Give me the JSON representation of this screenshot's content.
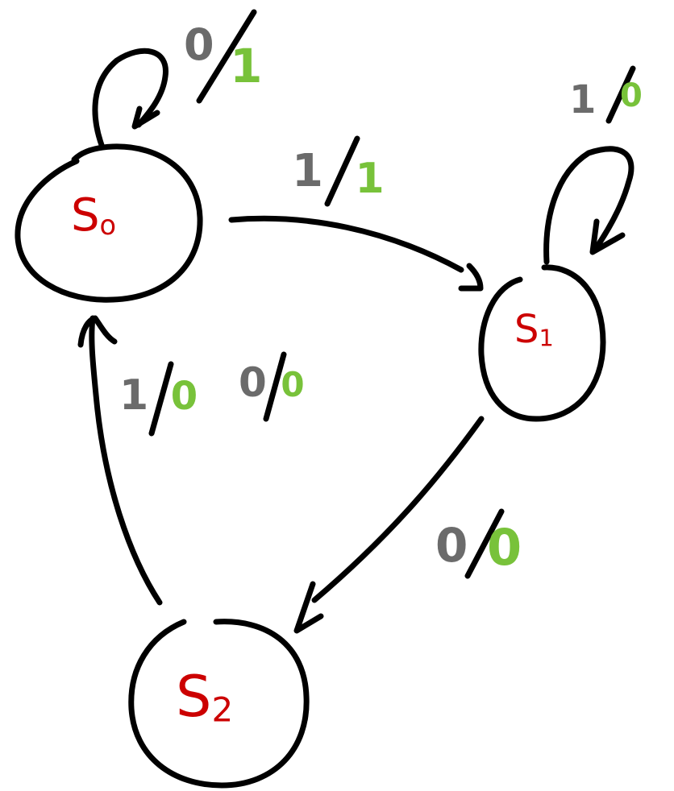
{
  "diagram": {
    "type": "Mealy finite state machine (hand-drawn)",
    "colors": {
      "stroke": "#000000",
      "state_label": "#cc0000",
      "input": "#6b6b6b",
      "output": "#78c23a"
    },
    "states": [
      {
        "id": "S0",
        "letter": "S",
        "sub": "o"
      },
      {
        "id": "S1",
        "letter": "S",
        "sub": "1"
      },
      {
        "id": "S2",
        "letter": "S",
        "sub": "2"
      }
    ],
    "transitions": [
      {
        "from": "S0",
        "to": "S0",
        "input": "0",
        "slash": "/",
        "output": "1"
      },
      {
        "from": "S0",
        "to": "S1",
        "input": "1",
        "slash": "/",
        "output": "1"
      },
      {
        "from": "S1",
        "to": "S1",
        "input": "1",
        "slash": "/",
        "output": "0"
      },
      {
        "from": "S1",
        "to": "S2",
        "input": "0",
        "slash": "/",
        "output": "0"
      },
      {
        "from": "S2",
        "to": "S0",
        "input": "1",
        "slash": "/",
        "output": "0"
      },
      {
        "from": "",
        "to": "",
        "input": "0",
        "slash": "/",
        "output": "0"
      }
    ]
  }
}
